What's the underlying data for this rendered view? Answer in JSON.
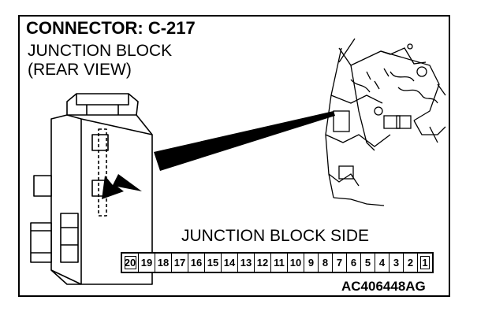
{
  "title": "CONNECTOR: C-217",
  "subtitle_line1": "JUNCTION BLOCK",
  "subtitle_line2": "(REAR VIEW)",
  "connector_label": "JUNCTION BLOCK SIDE",
  "figure_code": "AC406448AG",
  "pins": [
    "20",
    "19",
    "18",
    "17",
    "16",
    "15",
    "14",
    "13",
    "12",
    "11",
    "10",
    "9",
    "8",
    "7",
    "6",
    "5",
    "4",
    "3",
    "2",
    "1"
  ],
  "colors": {
    "line": "#000000",
    "background": "#ffffff"
  },
  "icons": [
    "junction-block-drawing",
    "callout-arrow",
    "dashboard-wiring-drawing",
    "pointer-arrow"
  ]
}
